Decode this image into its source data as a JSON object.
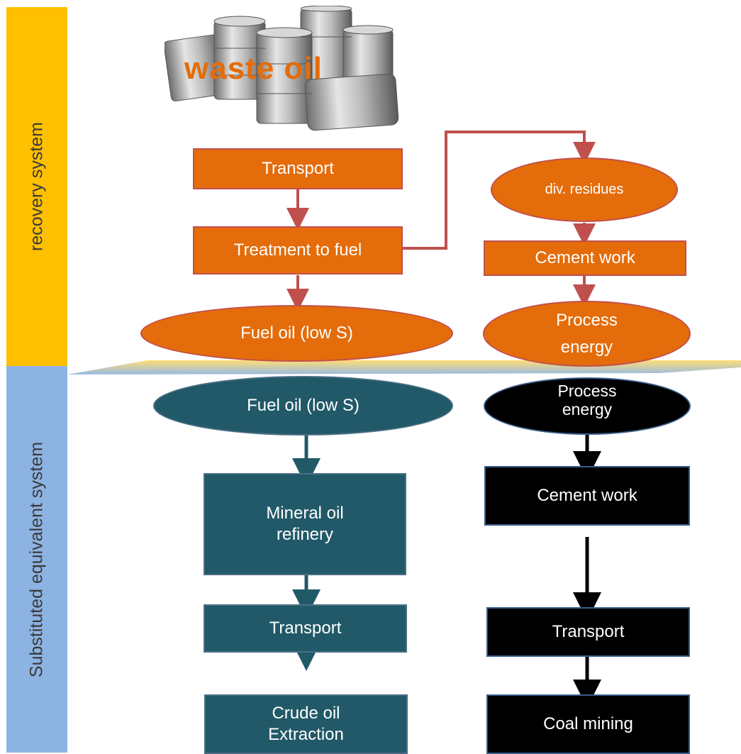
{
  "systems": {
    "recovery": "recovery system",
    "substituted": "Substituted equivalent system"
  },
  "waste_oil": "waste oil",
  "recovery_chain": {
    "transport": "Transport",
    "treatment": "Treatment to fuel",
    "fuel_oil": "Fuel oil (low S)",
    "residues": "div. residues",
    "cement_work": "Cement work",
    "process_energy": "Process energy"
  },
  "oil_chain": {
    "fuel_oil": "Fuel oil (low S)",
    "refinery": "Mineral oil refinery",
    "transport": "Transport",
    "extraction": "Crude oil Extraction"
  },
  "coal_chain": {
    "process_energy": "Process energy",
    "cement_work": "Cement work",
    "transport": "Transport",
    "mining": "Coal mining"
  },
  "colors": {
    "recovery_band": "#ffc000",
    "substituted_band": "#8db3e2",
    "recovery_node": "#e46c0a",
    "oil_node": "#215968",
    "coal_node": "#000000",
    "recovery_arrow": "#c0504d"
  }
}
